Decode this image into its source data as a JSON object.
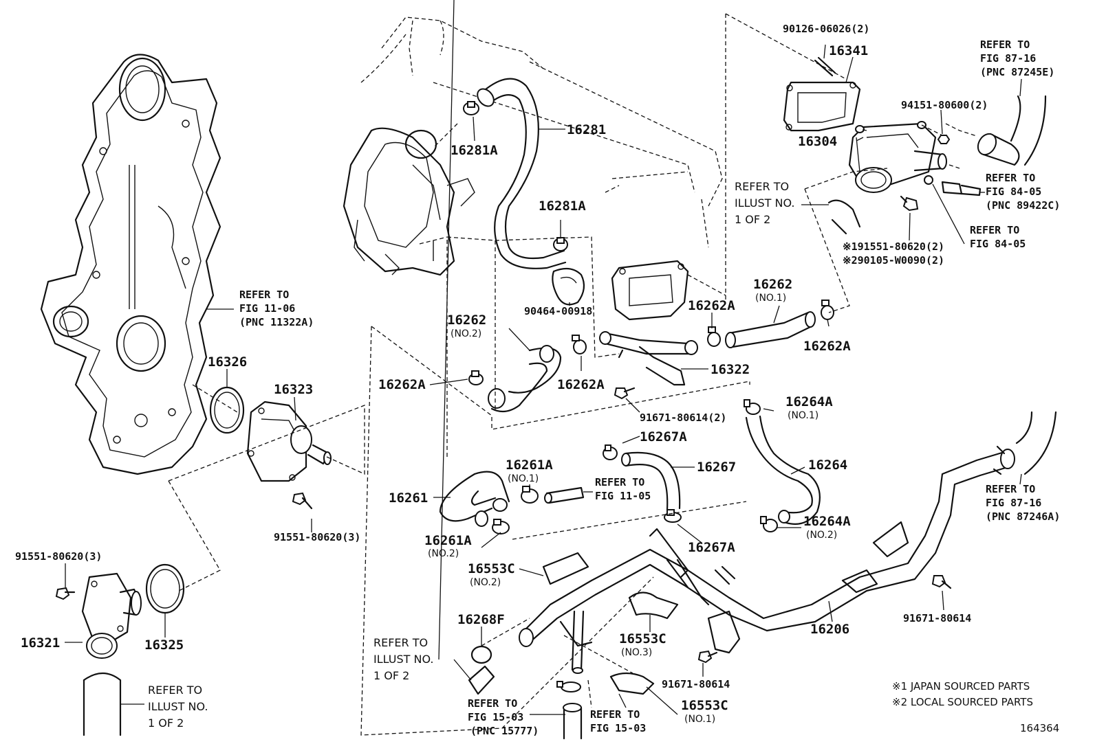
{
  "labels": {
    "p16281": "16281",
    "p16281A_a": "16281A",
    "p16281A_b": "16281A",
    "p90464": "90464-00918",
    "p90126": "90126-06026(2)",
    "p16341": "16341",
    "p94151": "94151-80600(2)",
    "p16304": "16304",
    "p191551": "※191551-80620(2)",
    "p290105": "※290105-W0090(2)",
    "p16262_no2": "16262",
    "p16262_no2_sub": "(NO.2)",
    "p16262_no1": "16262",
    "p16262_no1_sub": "(NO.1)",
    "p16262A_a": "16262A",
    "p16262A_b": "16262A",
    "p16262A_c": "16262A",
    "p16262A_d": "16262A",
    "p16322": "16322",
    "p91671_2": "91671-80614(2)",
    "p16326": "16326",
    "p16323": "16323",
    "p91551_3a": "91551-80620(3)",
    "p91551_3b": "91551-80620(3)",
    "p16321": "16321",
    "p16325": "16325",
    "p16264A_no1": "16264A",
    "p16264A_no1_sub": "(NO.1)",
    "p16267A_a": "16267A",
    "p16267": "16267",
    "p16264": "16264",
    "p16261A_no1": "16261A",
    "p16261A_no1_sub": "(NO.1)",
    "p16261": "16261",
    "p16261A_no2": "16261A",
    "p16261A_no2_sub": "(NO.2)",
    "p16267A_b": "16267A",
    "p16264A_no2": "16264A",
    "p16264A_no2_sub": "(NO.2)",
    "p16553C_no2": "16553C",
    "p16553C_no2_sub": "(NO.2)",
    "p16268F": "16268F",
    "p16553C_no3": "16553C",
    "p16553C_no3_sub": "(NO.3)",
    "p16206": "16206",
    "p91671_a": "91671-80614",
    "p91671_b": "91671-80614",
    "p16553C_no1": "16553C",
    "p16553C_no1_sub": "(NO.1)"
  },
  "refs": {
    "fig8716_top": [
      "REFER TO",
      "FIG 87-16",
      "(PNC 87245E)"
    ],
    "fig8405_a": [
      "REFER TO",
      "FIG 84-05",
      "(PNC 89422C)"
    ],
    "fig8405_b": [
      "REFER TO",
      "FIG 84-05"
    ],
    "illust_top": [
      "REFER TO",
      "ILLUST NO.",
      "1 OF 2"
    ],
    "fig1106": [
      "REFER TO",
      "FIG 11-06",
      "(PNC 11322A)"
    ],
    "fig1105": [
      "REFER TO",
      "FIG 11-05"
    ],
    "fig8716_bot": [
      "REFER TO",
      "FIG 87-16",
      "(PNC 87246A)"
    ],
    "illust_mid": [
      "REFER TO",
      "ILLUST NO.",
      "1 OF 2"
    ],
    "illust_bot": [
      "REFER TO",
      "ILLUST NO.",
      "1 OF 2"
    ],
    "fig1503_a": [
      "REFER TO",
      "FIG 15-03",
      "(PNC 15777)"
    ],
    "fig1503_b": [
      "REFER TO",
      "FIG 15-03"
    ]
  },
  "notes": {
    "note1": "※1 JAPAN SOURCED PARTS",
    "note2": "※2 LOCAL SOURCED PARTS",
    "diagram_id": "164364"
  }
}
